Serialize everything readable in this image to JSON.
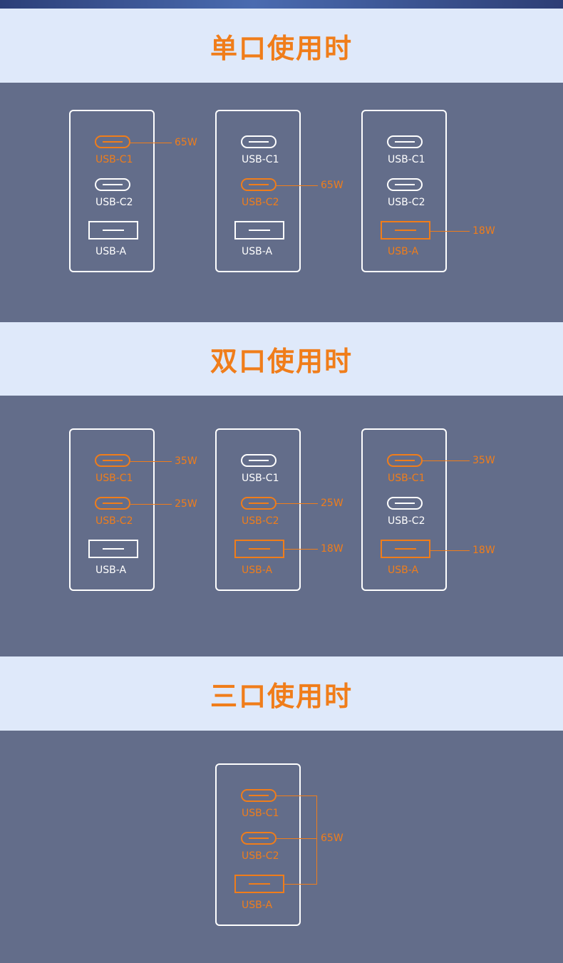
{
  "sections": {
    "single": {
      "title": "单口使用时"
    },
    "dual": {
      "title": "双口使用时"
    },
    "triple": {
      "title": "三口使用时"
    }
  },
  "port_labels": {
    "c1": "USB-C1",
    "c2": "USB-C2",
    "a": "USB-A"
  },
  "single": [
    {
      "active": "c1",
      "watt": "65W"
    },
    {
      "active": "c2",
      "watt": "65W"
    },
    {
      "active": "a",
      "watt": "18W"
    }
  ],
  "dual": [
    {
      "c1": "35W",
      "c2": "25W"
    },
    {
      "c2": "25W",
      "a": "18W"
    },
    {
      "c1": "35W",
      "a": "18W"
    }
  ],
  "triple": {
    "total": "65W"
  },
  "colors": {
    "accent": "#f07d1a",
    "panel": "#636d8a",
    "header": "#dfe9fa"
  }
}
